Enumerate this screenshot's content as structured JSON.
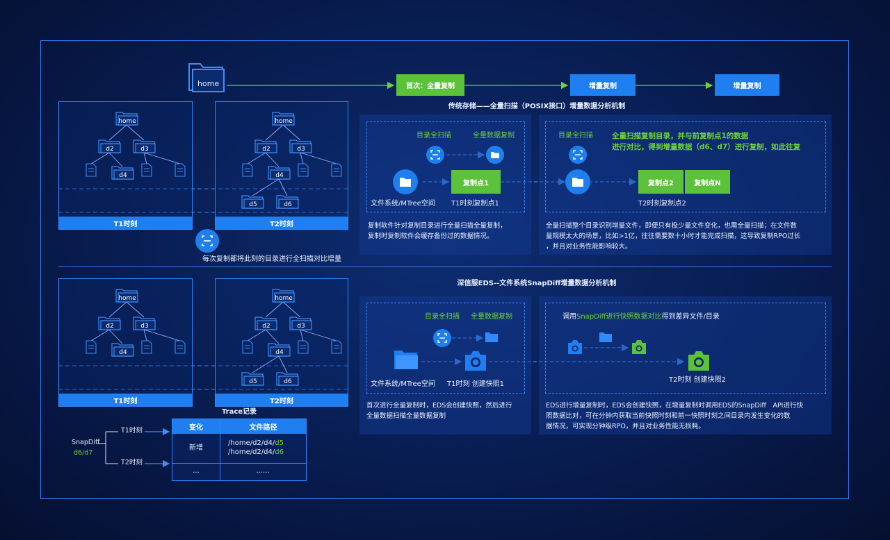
{
  "top": {
    "home_label": "home",
    "flow": [
      "首次：全量复制",
      "增量复制",
      "增量复制"
    ],
    "title": "传统存储——全量扫描（POSIX接口）增量数据分析机制",
    "left_tree_label": "T1时刻",
    "right_tree_label": "T2时刻",
    "scan_caption": "每次复制都将此刻的目录进行全扫描对比增量",
    "p1": {
      "label_scan": "目录全扫描",
      "label_copy": "全量数据复制",
      "copy_point": "复制点1",
      "fs_label": "文件系统/MTree空间",
      "t1_label": "T1时刻复制点1",
      "desc": [
        "复制软件针对复制目录进行全量扫描全量复制，",
        "复制时复制软件会缓存备份过的数据情况。"
      ]
    },
    "p2": {
      "label_scan": "目录全扫描",
      "green_note": [
        "全量扫描复制目录，并与前复制点1的数据",
        "进行对比，得到增量数据（d6、d7）进行复制，如此往复"
      ],
      "copy_point2": "复制点2",
      "copy_pointN": "复制点N",
      "t2_label": "T2时刻复制点2",
      "desc": [
        "全量扫描整个目录识别增量文件，即便只有极少量文件变化，也需全量扫描；在文件数",
        "量规模太大的场景，比如>1亿，往往需要数十小时才能完成扫描，这导致复制RPO过长",
        "，并且对业务性能影响较大。"
      ]
    }
  },
  "bottom": {
    "title": "深信服EDS--文件系统SnapDiff增量数据分析机制",
    "left_tree_label": "T1时刻",
    "right_tree_label": "T2时刻",
    "p1": {
      "label_scan": "目录全扫描",
      "label_copy": "全量数据复制",
      "fs_label": "文件系统/MTree空间",
      "t1_label": "T1时刻 创建快照1",
      "desc": [
        "首次进行全量复制时，EDS会创建快照，然后进行",
        "全量数据扫描全量数据复制"
      ]
    },
    "p2": {
      "note_pre": "调用",
      "note_green": "SnapDiff进行快照数据对比",
      "note_post": "得到差异文件/目录",
      "t2_label": "T2时刻 创建快照2",
      "desc": [
        "EDS进行增量复制时，EDS会创建快照，在增量复制时调用EDS的SnapDiff　API进行快",
        "照数据比对，可在分钟内获取当前快照时刻和前一快照时刻之间目录内发生变化的数",
        "据情况，可实现分钟级RPO，并且对业务性能无损耗。"
      ]
    },
    "snapdiff": {
      "label": "SnapDiff",
      "sub": "d6/d7",
      "t1": "T1时刻",
      "t2": "T2时刻"
    },
    "trace": {
      "title": "Trace记录",
      "headers": [
        "变化",
        "文件路径"
      ],
      "row1_change": "新增",
      "row1_path1_pre": "/home/d2/d4/",
      "row1_path1_hl": "d5",
      "row1_path2_pre": "/home/d2/d4/",
      "row1_path2_hl": "d6",
      "row2_change": "...",
      "row2_path": "......"
    }
  },
  "tree": {
    "root": "home",
    "d2": "d2",
    "d3": "d3",
    "d4": "d4",
    "d5": "d5",
    "d6": "d6"
  },
  "colors": {
    "accent_blue": "#1f7ff0",
    "accent_green": "#5cc23a",
    "frame": "#2d7cf0"
  }
}
